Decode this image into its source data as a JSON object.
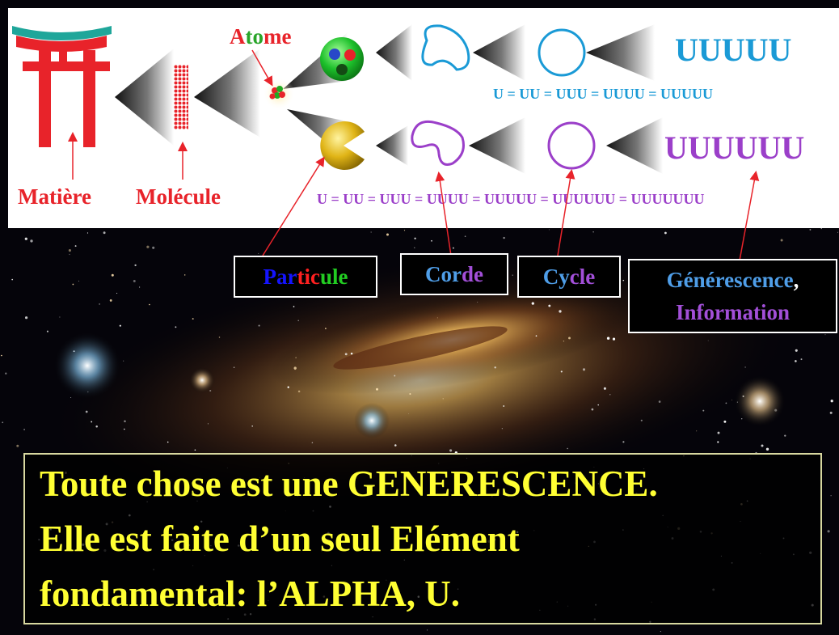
{
  "top": {
    "atome_label": [
      "A",
      "to",
      "me"
    ],
    "matiere_label": "Matière",
    "molecule_label": "Molécule",
    "u_label_top": "UUUUU",
    "u_formula_top": "U = UU = UUU = UUUU = UUUUU",
    "u_label_bottom": "UUUUUU",
    "u_formula_bottom": "U = UU = UUU = UUUU = UUUUU = UUUUUU = UUUUUUU"
  },
  "labels": {
    "particule": [
      "Par",
      "tic",
      "ule"
    ],
    "corde": [
      "Cor",
      "de"
    ],
    "cycle": [
      "Cy",
      "cle"
    ],
    "generescence": "Générescence",
    "generescence_comma": ",",
    "information": "Information"
  },
  "statement": {
    "line1_a": "Toute chose est une ",
    "line1_b": "GENERESCENCE.",
    "line2": "Elle est faite d’un seul Elément",
    "line3": "fondamental: l’ALPHA, U."
  },
  "colors": {
    "red": "#e8232a",
    "blue": "#1a9ad6",
    "purple": "#9b3fc9",
    "statement_yellow": "#ffff33",
    "label_blue": "#4f9ee8",
    "label_purple": "#a24fd8",
    "particule_blue": "#1414ff",
    "particule_red": "#ff2020",
    "particule_green": "#22cc22"
  }
}
